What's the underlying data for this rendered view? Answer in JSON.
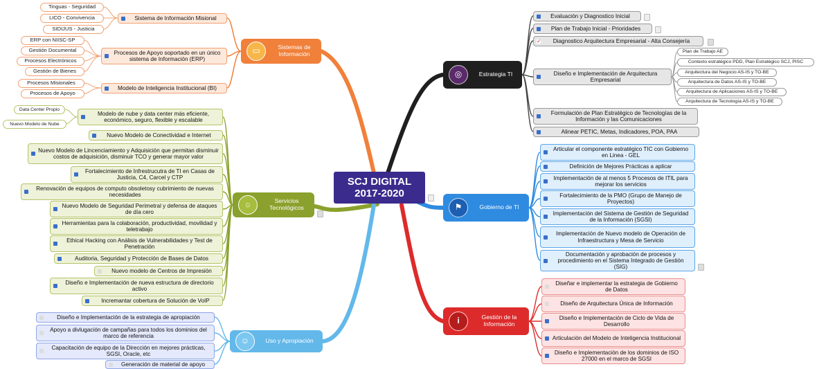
{
  "center": {
    "line1": "SCJ DIGITAL",
    "line2": "2017-2020"
  },
  "colors": {
    "orange": "#f0803a",
    "black": "#1f1f1f",
    "blue": "#2f8be0",
    "red": "#dd2b2b",
    "green": "#8aa12d",
    "lightblue": "#63b8ea"
  },
  "branches": {
    "sistemas": {
      "label": "Sistemas de Información",
      "icon": "monitor-icon"
    },
    "servicios": {
      "label": "Servicios Tecnológicos",
      "icon": "lightbulb-icon"
    },
    "uso": {
      "label": "Uso y Apropiación",
      "icon": "person-icon"
    },
    "estrategia": {
      "label": "Estrategia TI",
      "icon": "target-icon"
    },
    "gobierno": {
      "label": "Gobierno de TI",
      "icon": "flag-icon"
    },
    "gestion": {
      "label": "Gestión de la Información",
      "icon": "info-icon"
    }
  },
  "sistemas": {
    "n1": "Sistema de Información Misional",
    "n1_leaves": [
      "Tinguas - Seguridad",
      "LICO - Convivencia",
      "SIDIJUS - Justicia"
    ],
    "n2": "Procesos de Apoyo soportado en un único sistema de Información (ERP)",
    "n2_leaves": [
      "ERP con NIISC-SP",
      "Gestión Documental",
      "Procesos Electrónicos",
      "Gestión de Bienes"
    ],
    "n3": "Modelo de Inteligencia Institucional (BI)",
    "n3_leaves": [
      "Procesos Misionales",
      "Procesos de Apoyo"
    ]
  },
  "servicios": {
    "n1": "Modelo de nube y data center más eficiente, económico, seguro, flexible y escalable",
    "n1_leaves": [
      "Data Center Propio",
      "Nuevo Modelo de Nube"
    ],
    "items": [
      "Nuevo Modelo de Conectividad e Internet",
      "Nuevo Modelo de Lincenciamiento y Adquisición que permitan disminuir costos de adquisición, disminuir TCO y generar mayor  valor",
      "Fortalecimiento de Infrestrucutra de TI en Casas de Justicia, C4, Carcel y CTP",
      "Renovación de equipos de computo obsoletosy cubrimiento de nuevas necesidades",
      "Nuevo Modelo de Seguridad Perimetral y defensa de ataques de día cero",
      "Herramientas para la colaboración, productividad, movilidad y teletrabajo",
      "Ethical Hacking con Análisis de Vulnerabilidades y Test de Penetración",
      "Auditoria, Seguridad y Protección de Bases de Datos",
      "Nuevo modelo de Centros de Impresión",
      "Diseño e Implementación de nueva estructura de directorio activo",
      "Incremantar cobertura de Solución de VoIP"
    ]
  },
  "uso": {
    "items": [
      "Diseño e Implementación de la estrategia de apropiación",
      "Apoyo a divlugación de campañas para todos los dominios del marco de referencia",
      "Capacitación  de equipo de la Dirección en mejores prácticas, SGSI, Oracle, etc",
      "Generación de material de apoyo"
    ]
  },
  "estrategia": {
    "items": [
      "Evaluación y Diagnostico Inicial",
      "Plan  de Trabajo Inicial - Prioridades",
      "Diagnostico Arquitectura Empresarial - Alta Consejería",
      "Diseño e Implementación de Arquitectura Empresarial",
      "Formulación de Plan Estratégico de Tecnologías de la Información y las Comunicaciones",
      "Alinear PETIC, Metas, Indicadores, POA, PAA"
    ],
    "ae_leaves": [
      "Plan de Trabajo AE",
      "Contexto  estratégico PDD, Plan Estratégico SCJ, PISC",
      "Arquitectura del Negocio AS-IS y TO-BE",
      "Arquitectura de Datos AS-IS y TO-BE",
      "Arquitectura de Aplicaciones AS-IS  y TO-BE",
      "Arquitectura de Tecnología AS-IS y TO-BE"
    ]
  },
  "gobierno": {
    "items": [
      "Articular el componente estratégico TIC con Gobierno en Linea - GEL",
      "Definición de Mejores Prácticas a aplicar",
      "Implementación de  al menos 5 Procesos de ITIL para mejorar los servicios",
      "Fortalecimiento de la PMO (Grupo de Manejo de Proyectos)",
      "Implementación del Sistema de Gestión de Seguridad de la Información (SGSI)",
      "Implementación de Nuevo modelo de Operación de Infraestructura y Mesa de Servicio",
      "Documentación y aprobación de procesos y procedimiento en el Sistema Integrado de Gestión (SIG)"
    ]
  },
  "gestion": {
    "items": [
      "Diseñar e implementar la estrategia de Gobierno de Datos",
      "Diseño de Arquitectura Única de Información",
      "Diseño e Implementación de Ciclo de Vida de Desarrollo",
      "Articulación del Modelo de Inteligencia Institucional",
      "Diseño e Implementación de los dominios de ISO 27000 en el marco de SGSI"
    ]
  }
}
